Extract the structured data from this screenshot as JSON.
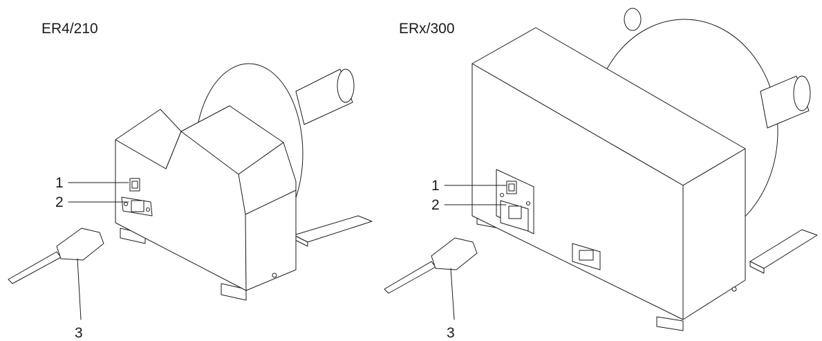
{
  "figures": [
    {
      "title": "ER4/210",
      "callouts": [
        {
          "number": "1"
        },
        {
          "number": "2"
        },
        {
          "number": "3"
        }
      ]
    },
    {
      "title": "ERx/300",
      "callouts": [
        {
          "number": "1"
        },
        {
          "number": "2"
        },
        {
          "number": "3"
        }
      ]
    }
  ]
}
